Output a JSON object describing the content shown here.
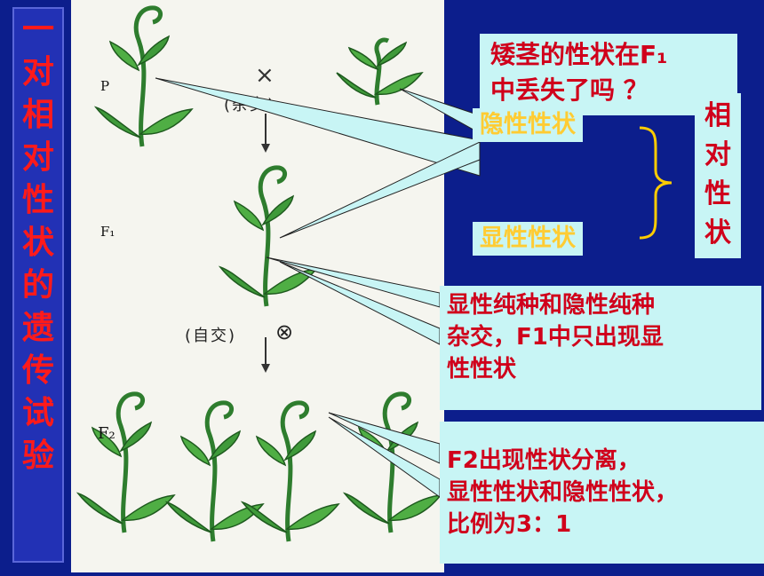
{
  "side_title": [
    "一",
    "对",
    "相",
    "对",
    "性",
    "状",
    "的",
    "遗",
    "传",
    "试",
    "验"
  ],
  "gen_labels": {
    "p": "P",
    "f1": "F₁",
    "f2": "F₂"
  },
  "cross_label": "(杂交)",
  "cross_symbol": "×",
  "self_label": "(自交)",
  "self_symbol": "⊗",
  "question": {
    "line1": "矮茎的性状在F₁",
    "line2": "中丢失了吗 ？"
  },
  "recessive_trait": "隐性性状",
  "dominant_trait": "显性性状",
  "relative_traits": [
    "相",
    "对",
    "性",
    "状"
  ],
  "callout_f1": {
    "line1": "显性纯种和隐性纯种",
    "line2": "杂交，F1中只出现显",
    "line3": "性性状"
  },
  "callout_f2": {
    "line1": "F2出现性状分离，",
    "line2": "显性性状和隐性性状，",
    "line3": "比例为3：1"
  },
  "colors": {
    "background": "#0c1e8c",
    "callout_bg": "#c8f5f5",
    "red_text": "#d0001b",
    "yellow_text": "#ffcc33"
  }
}
